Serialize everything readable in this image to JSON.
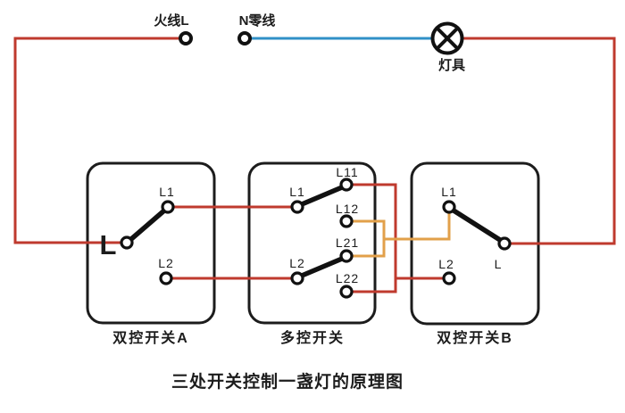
{
  "diagram": {
    "caption": "三处开关控制一盏灯的原理图",
    "power": {
      "live_label": "火线L",
      "neutral_label": "N零线"
    },
    "lamp": {
      "label": "灯具"
    },
    "switch_a": {
      "name": "双控开关A",
      "common_label": "L",
      "t1_label": "L1",
      "t2_label": "L2"
    },
    "switch_multi": {
      "name": "多控开关",
      "t1_label": "L1",
      "t2_label": "L2",
      "t11_label": "L11",
      "t12_label": "L12",
      "t21_label": "L21",
      "t22_label": "L22"
    },
    "switch_b": {
      "name": "双控开关B",
      "t1_label": "L1",
      "t2_label": "L2",
      "common_label": "L"
    }
  },
  "colors": {
    "live_wire": "#bf3a2e",
    "neutral_wire": "#3090c7",
    "bridge_wire": "#e2a04a",
    "outline": "#1c1c1c",
    "background": "#ffffff"
  }
}
